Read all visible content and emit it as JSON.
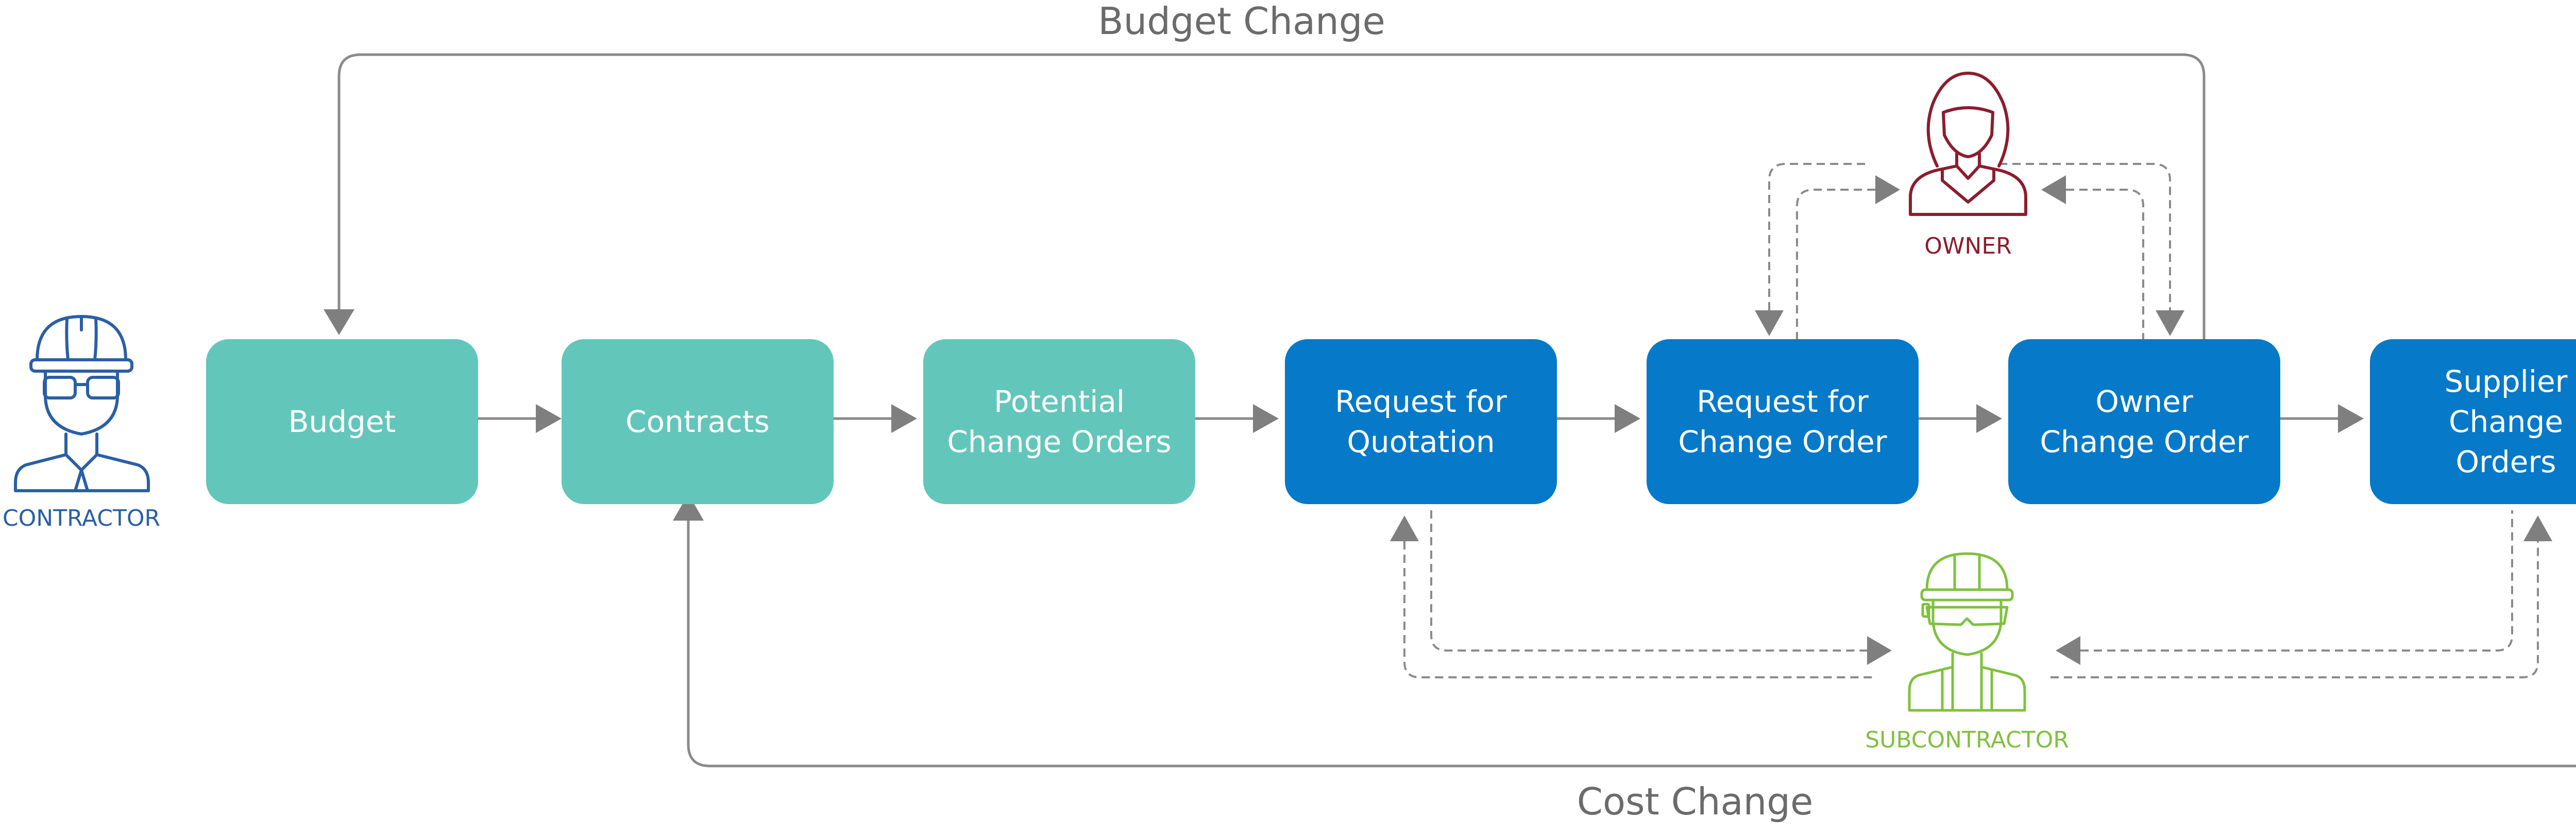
{
  "flow_labels": {
    "top": "Budget Change",
    "bottom": "Cost Change"
  },
  "roles": {
    "contractor": {
      "label": "CONTRACTOR",
      "icon": "contractor-hardhat-icon",
      "color": "#2a5fa5"
    },
    "owner": {
      "label": "OWNER",
      "icon": "owner-woman-icon",
      "color": "#8c1d2e"
    },
    "subcontractor": {
      "label": "SUBCONTRACTOR",
      "icon": "subcontractor-hardhat-icon",
      "color": "#7fc13e"
    }
  },
  "colors": {
    "teal": "#62c6bb",
    "blue": "#0679c8",
    "connector": "#8a8a8a"
  },
  "boxes": [
    {
      "lines": [
        "Budget"
      ],
      "color": "teal"
    },
    {
      "lines": [
        "Contracts"
      ],
      "color": "teal"
    },
    {
      "lines": [
        "Potential",
        "Change Orders"
      ],
      "color": "teal"
    },
    {
      "lines": [
        "Request for",
        "Quotation"
      ],
      "color": "blue"
    },
    {
      "lines": [
        "Request for",
        "Change Order"
      ],
      "color": "blue"
    },
    {
      "lines": [
        "Owner",
        "Change Order"
      ],
      "color": "blue"
    },
    {
      "lines": [
        "Supplier",
        "Change",
        "Orders"
      ],
      "color": "blue"
    }
  ]
}
